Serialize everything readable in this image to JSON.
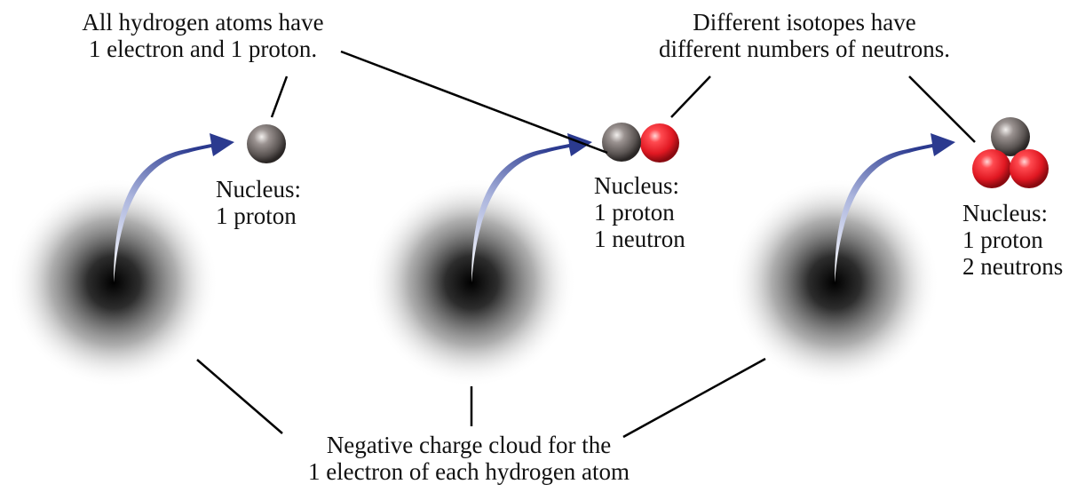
{
  "colors": {
    "background": "#ffffff",
    "text": "#111111",
    "leader_line": "#000000",
    "proton": "#e8202a",
    "neutron": "#7a7472",
    "arrow": "#2b3a8f",
    "charge_cloud": "#000000"
  },
  "callouts": {
    "top_left": {
      "line1": "All hydrogen atoms have",
      "line2": "1 electron and 1 proton."
    },
    "top_right": {
      "line1": "Different isotopes have",
      "line2": "different numbers of neutrons."
    },
    "bottom": {
      "line1": "Negative charge cloud for the",
      "line2": "1 electron of each hydrogen atom"
    }
  },
  "isotopes": [
    {
      "nucleus_title": "Nucleus:",
      "line1": "1 proton",
      "line2": "",
      "protons": 1,
      "neutrons": 0
    },
    {
      "nucleus_title": "Nucleus:",
      "line1": "1 proton",
      "line2": "1 neutron",
      "protons": 1,
      "neutrons": 1
    },
    {
      "nucleus_title": "Nucleus:",
      "line1": "1 proton",
      "line2": "2 neutrons",
      "protons": 1,
      "neutrons": 2
    }
  ]
}
